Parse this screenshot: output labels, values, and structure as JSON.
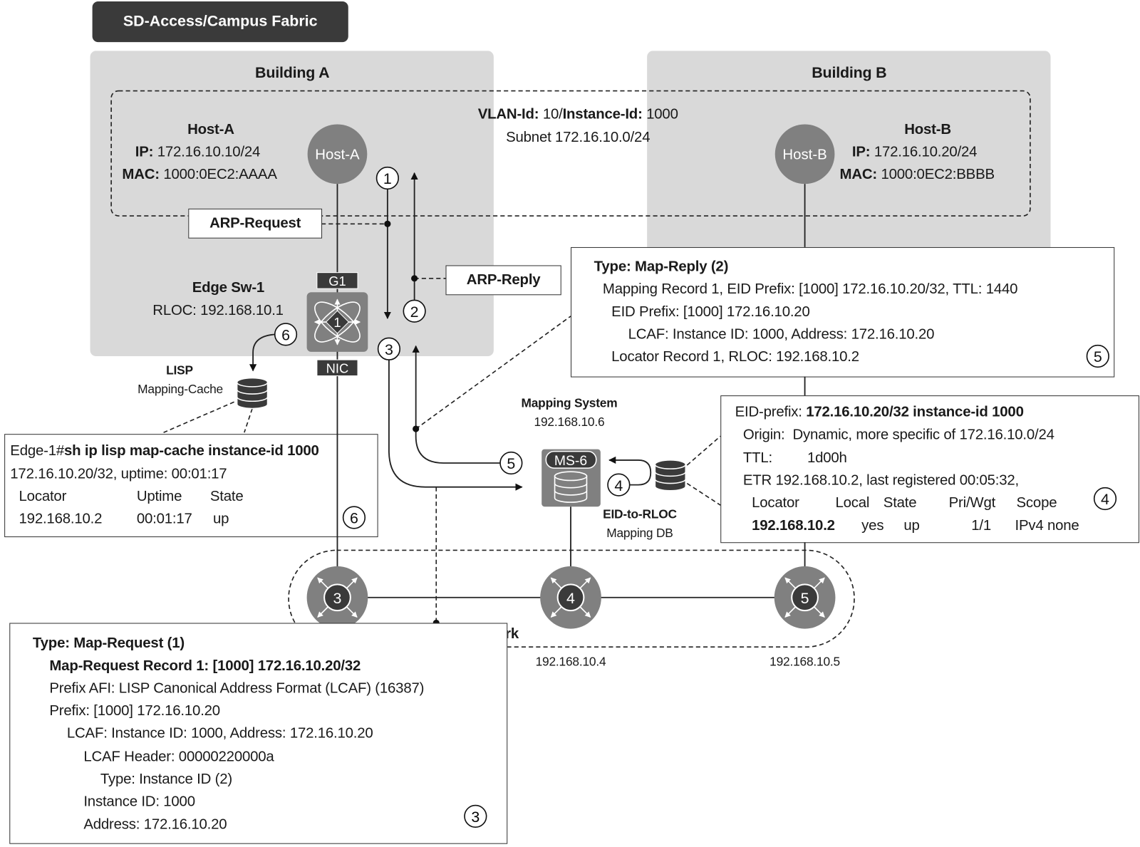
{
  "title": "SD-Access/Campus Fabric",
  "buildings": {
    "a": "Building A",
    "b": "Building B"
  },
  "vlan": {
    "label1": "VLAN-Id:",
    "v1": " 10/",
    "label2": "Instance-Id:",
    "v2": " 1000",
    "subnet": "Subnet 172.16.10.0/24"
  },
  "host_a": {
    "name": "Host-A",
    "ip_label": "IP:",
    "ip": " 172.16.10.10/24",
    "mac_label": "MAC:",
    "mac": " 1000:0EC2:AAAA",
    "icon_label": "Host-A"
  },
  "host_b": {
    "name": "Host-B",
    "ip_label": "IP:",
    "ip": " 172.16.10.20/24",
    "mac_label": "MAC:",
    "mac": " 1000:0EC2:BBBB",
    "icon_label": "Host-B"
  },
  "edge": {
    "name": "Edge Sw-1",
    "rloc": "RLOC: 192.168.10.1",
    "port_top": "G1",
    "port_bottom": "NIC",
    "switch_num": "1"
  },
  "arp": {
    "request": "ARP-Request",
    "reply": "ARP-Reply"
  },
  "steps": {
    "s1": "1",
    "s2": "2",
    "s3": "3",
    "s4": "4",
    "s5": "5",
    "s6": "6"
  },
  "cache": {
    "title": "LISP",
    "subtitle": "Mapping-Cache"
  },
  "map_cache_box": {
    "prompt": "Edge-1#",
    "cmd": "sh ip lisp map-cache instance-id 1000",
    "line2": "172.16.10.20/32, uptime: 00:01:17",
    "headers": [
      "Locator",
      "Uptime",
      "State"
    ],
    "row": [
      "192.168.10.2",
      "00:01:17",
      "up"
    ],
    "step": "6"
  },
  "map_reply": {
    "title": "Type: Map-Reply (2)",
    "lines": [
      "Mapping Record 1, EID Prefix: [1000] 172.16.10.20/32, TTL: 1440",
      "EID Prefix: [1000] 172.16.10.20",
      "LCAF: Instance ID: 1000, Address: 172.16.10.20",
      "Locator Record 1, RLOC: 192.168.10.2"
    ],
    "step": "5"
  },
  "mapping_system": {
    "title": "Mapping System",
    "ip": "192.168.10.6",
    "node": "MS-6",
    "db_title": "EID-to-RLOC",
    "db_subtitle": "Mapping DB"
  },
  "eid_box": {
    "prefix_label": "EID-prefix: ",
    "prefix": "172.16.10.20/32 instance-id 1000",
    "origin_label": "Origin:",
    "origin": "Dynamic, more specific of 172.16.10.0/24",
    "ttl_label": "TTL:",
    "ttl": "1d00h",
    "etr": "ETR 192.168.10.2, last registered 00:05:32,",
    "headers": [
      "Locator",
      "Local",
      "State",
      "Pri/Wgt",
      "Scope"
    ],
    "row": [
      "192.168.10.2",
      "yes",
      "up",
      "1/1",
      "IPv4 none"
    ],
    "step": "4"
  },
  "underlay": {
    "label": "rk",
    "nodes": [
      {
        "id": "3"
      },
      {
        "id": "4",
        "ip": "192.168.10.4"
      },
      {
        "id": "5",
        "ip": "192.168.10.5"
      }
    ]
  },
  "map_request": {
    "title": "Type: Map-Request (1)",
    "record": "Map-Request Record 1: [1000] 172.16.10.20/32",
    "lines": [
      "Prefix AFI: LISP Canonical Address Format (LCAF) (16387)",
      "Prefix: [1000] 172.16.10.20",
      "LCAF: Instance ID: 1000, Address: 172.16.10.20",
      "LCAF Header: 00000220000a",
      "Type: Instance ID (2)",
      "Instance ID: 1000",
      "Address: 172.16.10.20"
    ],
    "step": "3"
  },
  "colors": {
    "building": "#d9d9d9",
    "node": "#808080",
    "dark": "#3a3a3a"
  }
}
